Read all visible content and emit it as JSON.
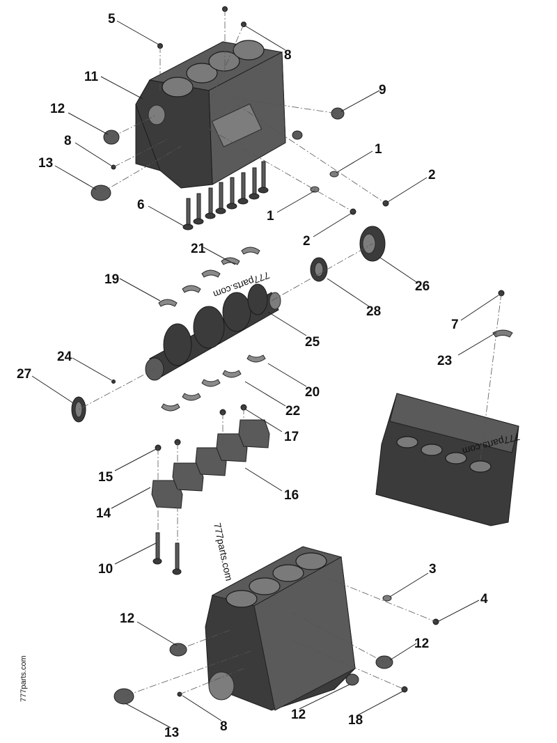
{
  "diagram": {
    "watermarks": {
      "top": "777parts.com",
      "center": "777parts.com",
      "right": "777parts.com",
      "side": "777parts.com"
    },
    "callouts": [
      {
        "id": "c5",
        "label": "5"
      },
      {
        "id": "c8a",
        "label": "8"
      },
      {
        "id": "c11",
        "label": "11"
      },
      {
        "id": "c9",
        "label": "9"
      },
      {
        "id": "c12a",
        "label": "12"
      },
      {
        "id": "c8b",
        "label": "8"
      },
      {
        "id": "c1a",
        "label": "1"
      },
      {
        "id": "c13a",
        "label": "13"
      },
      {
        "id": "c2a",
        "label": "2"
      },
      {
        "id": "c6",
        "label": "6"
      },
      {
        "id": "c1b",
        "label": "1"
      },
      {
        "id": "c2b",
        "label": "2"
      },
      {
        "id": "c21",
        "label": "21"
      },
      {
        "id": "c26",
        "label": "26"
      },
      {
        "id": "c19",
        "label": "19"
      },
      {
        "id": "c28",
        "label": "28"
      },
      {
        "id": "c7",
        "label": "7"
      },
      {
        "id": "c25",
        "label": "25"
      },
      {
        "id": "c23",
        "label": "23"
      },
      {
        "id": "c24",
        "label": "24"
      },
      {
        "id": "c27",
        "label": "27"
      },
      {
        "id": "c20",
        "label": "20"
      },
      {
        "id": "c22",
        "label": "22"
      },
      {
        "id": "c17",
        "label": "17"
      },
      {
        "id": "c15",
        "label": "15"
      },
      {
        "id": "c16",
        "label": "16"
      },
      {
        "id": "c14",
        "label": "14"
      },
      {
        "id": "c10",
        "label": "10"
      },
      {
        "id": "c3",
        "label": "3"
      },
      {
        "id": "c4",
        "label": "4"
      },
      {
        "id": "c12b",
        "label": "12"
      },
      {
        "id": "c12c",
        "label": "12"
      },
      {
        "id": "c12d",
        "label": "12"
      },
      {
        "id": "c13b",
        "label": "13"
      },
      {
        "id": "c8c",
        "label": "8"
      },
      {
        "id": "c18",
        "label": "18"
      }
    ]
  }
}
